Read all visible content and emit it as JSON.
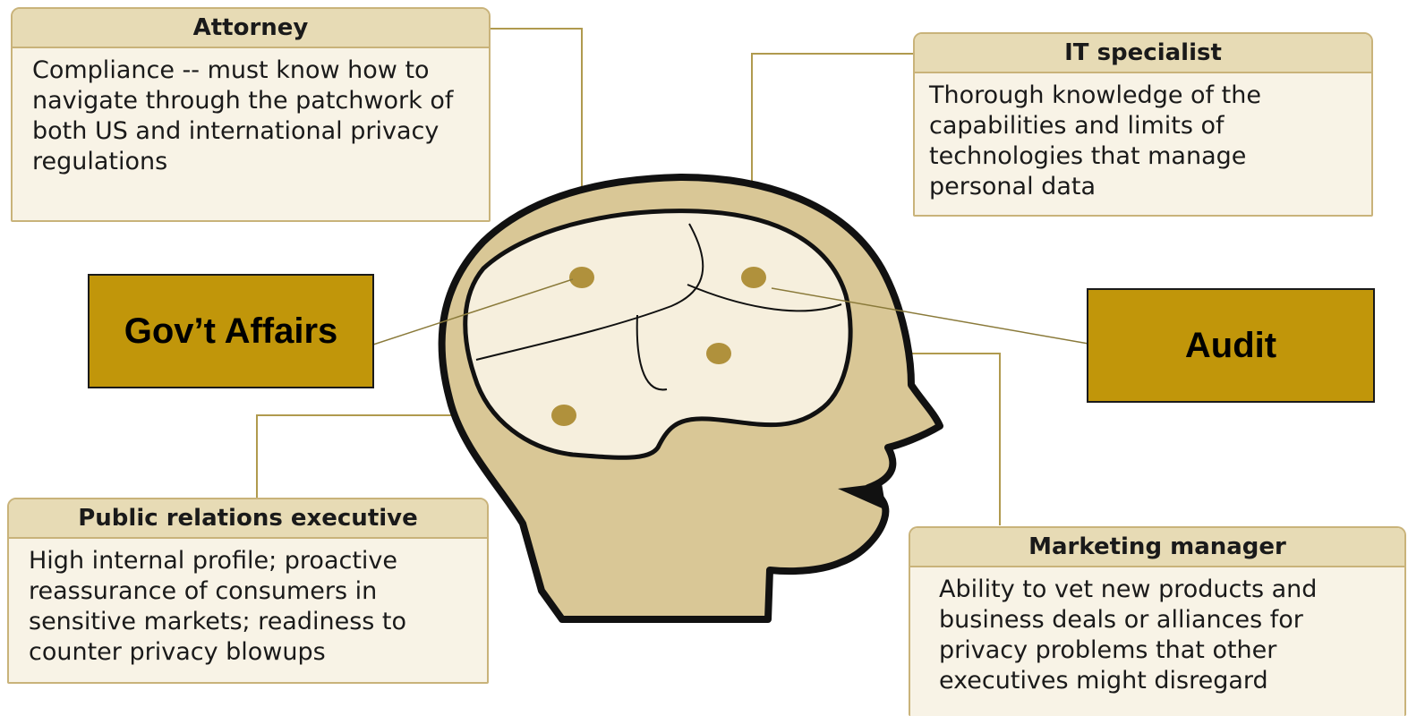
{
  "cards": {
    "attorney": {
      "title": "Attorney",
      "body": "Compliance -- must know how to navigate through the patchwork of both US and international privacy regulations"
    },
    "it_specialist": {
      "title": "IT specialist",
      "body": "Thorough knowledge of the capabilities and limits of technologies that manage personal data"
    },
    "public_relations": {
      "title": "Public relations executive",
      "body": "High internal profile; proactive reassurance of consumers in sensitive markets; readiness to counter privacy blowups"
    },
    "marketing": {
      "title": "Marketing manager",
      "body": "Ability to vet new products and business deals or alliances for privacy problems that other executives might disregard"
    }
  },
  "roles": {
    "govt_affairs": "Gov’t Affairs",
    "audit": "Audit"
  },
  "colors": {
    "head_fill": "#d9c796",
    "brain_fill": "#f6efdd",
    "outline": "#111111",
    "dot": "#b0913c",
    "connector": "#b09a4e",
    "role_box": "#c1960a",
    "card_header": "#e7dbb5",
    "card_body": "#f8f3e6"
  }
}
